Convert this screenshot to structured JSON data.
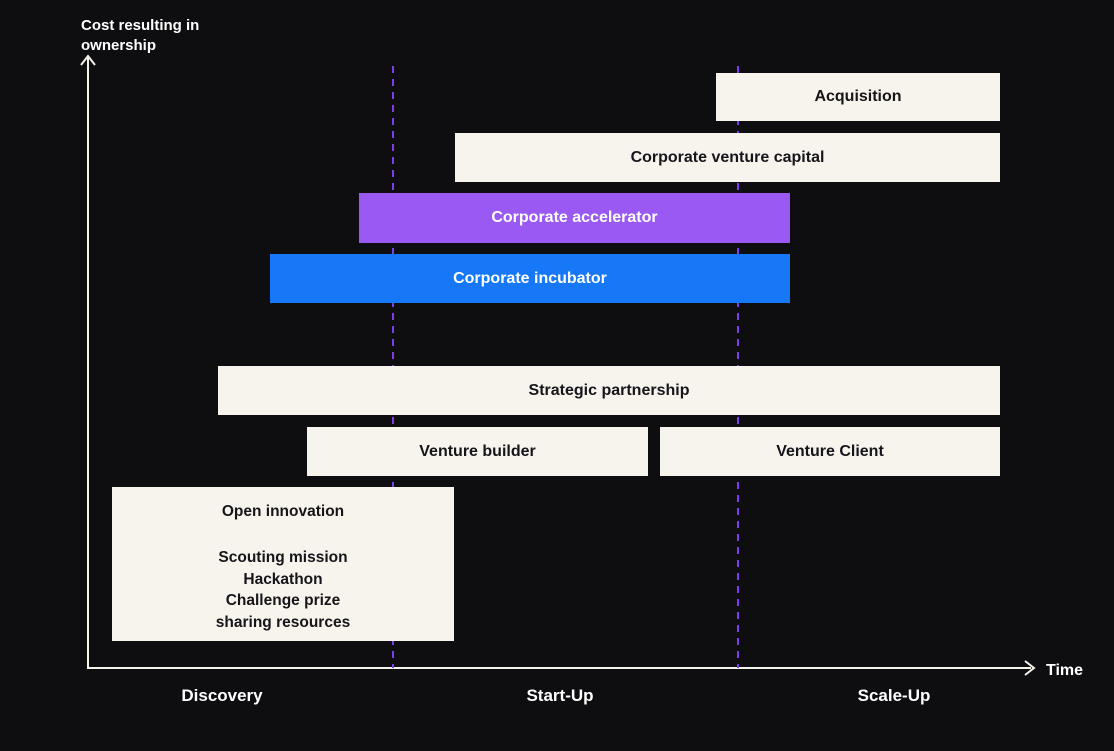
{
  "chart_data": {
    "type": "bar",
    "subtype": "horizontal-span-diagram",
    "title": "",
    "xlabel": "Time",
    "ylabel": "Cost resulting in ownership",
    "categories": [
      "Discovery",
      "Start-Up",
      "Scale-Up"
    ],
    "phase_dividers_x_frac": [
      0.323,
      0.689
    ],
    "legend": "none",
    "grid": "off",
    "bars": [
      {
        "label": "Acquisition",
        "cost_rank": 1,
        "fill": "#F7F4EE",
        "text_color": "#17141A",
        "x_span_frac": [
          0.666,
          0.967
        ]
      },
      {
        "label": "Corporate venture capital",
        "cost_rank": 2,
        "fill": "#F7F4EE",
        "text_color": "#17141A",
        "x_span_frac": [
          0.39,
          0.967
        ]
      },
      {
        "label": "Corporate accelerator",
        "cost_rank": 3,
        "fill": "#9A59F2",
        "text_color": "#FFFFFF",
        "x_span_frac": [
          0.288,
          0.745
        ]
      },
      {
        "label": "Corporate incubator",
        "cost_rank": 4,
        "fill": "#1677F7",
        "text_color": "#FFFFFF",
        "x_span_frac": [
          0.194,
          0.745
        ]
      },
      {
        "label": "Strategic partnership",
        "cost_rank": 5,
        "fill": "#F7F4EE",
        "text_color": "#17141A",
        "x_span_frac": [
          0.139,
          0.967
        ]
      },
      {
        "label": "Venture builder",
        "cost_rank": 6,
        "fill": "#F7F4EE",
        "text_color": "#17141A",
        "x_span_frac": [
          0.233,
          0.594
        ]
      },
      {
        "label": "Venture Client",
        "cost_rank": 6,
        "fill": "#F7F4EE",
        "text_color": "#17141A",
        "x_span_frac": [
          0.607,
          0.967
        ]
      }
    ],
    "open_innovation": {
      "title": "Open innovation",
      "fill": "#F7F4EE",
      "text_color": "#17141A",
      "cost_rank": 7,
      "x_span_frac": [
        0.026,
        0.389
      ],
      "items": [
        "Scouting mission",
        "Hackathon",
        "Challenge prize",
        "sharing resources"
      ]
    }
  },
  "colors": {
    "background": "#0E0D10",
    "axis": "#F5F2EC",
    "divider_dash": "#7D3CEE",
    "cream_bar": "#F7F4EE",
    "purple_bar": "#9A59F2",
    "blue_bar": "#1677F7",
    "label_text": "#FFFFFF"
  }
}
